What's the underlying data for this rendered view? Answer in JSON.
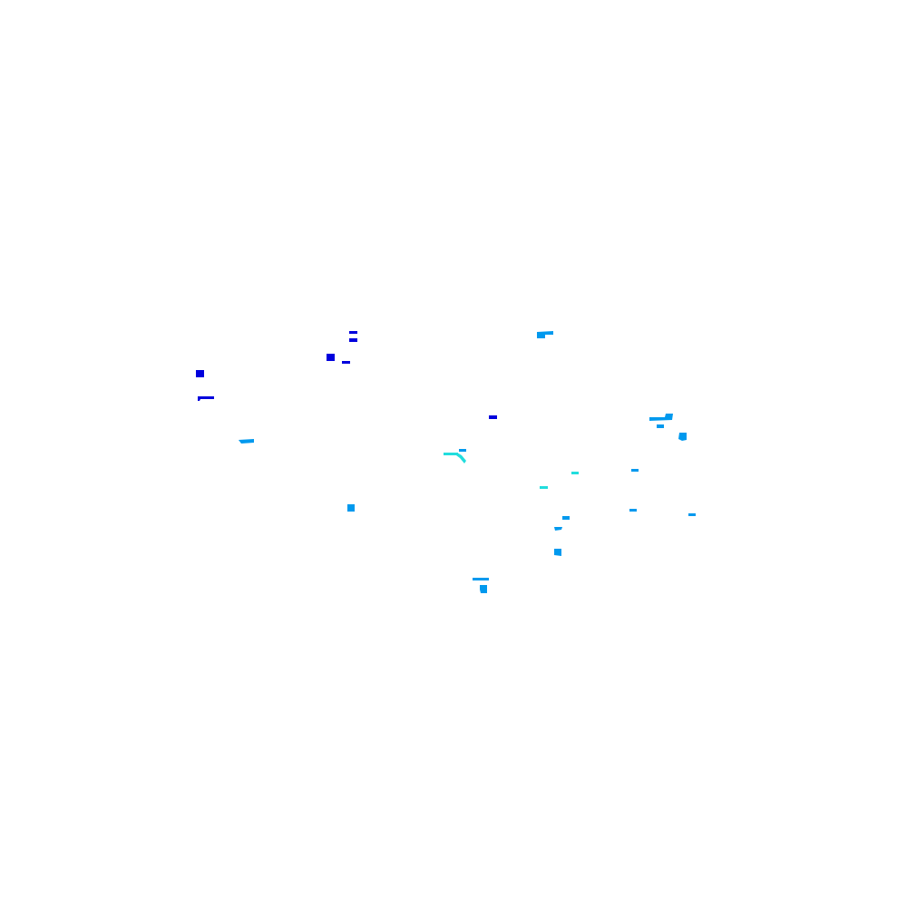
{
  "palette": {
    "background": "#ffffff",
    "dark_blue": "#0000dd",
    "medium_blue": "#0099ee",
    "cyan": "#22dddd"
  },
  "features": [
    {
      "id": "mark-01",
      "color": "dark_blue"
    },
    {
      "id": "mark-02",
      "color": "dark_blue"
    },
    {
      "id": "mark-03",
      "color": "dark_blue"
    },
    {
      "id": "mark-04",
      "color": "dark_blue"
    },
    {
      "id": "mark-05",
      "color": "dark_blue"
    },
    {
      "id": "mark-06",
      "color": "dark_blue"
    },
    {
      "id": "mark-07",
      "color": "dark_blue"
    },
    {
      "id": "mark-08",
      "color": "medium_blue"
    },
    {
      "id": "mark-09",
      "color": "medium_blue"
    },
    {
      "id": "mark-10",
      "color": "medium_blue"
    },
    {
      "id": "mark-11",
      "color": "medium_blue"
    },
    {
      "id": "mark-12",
      "color": "medium_blue"
    },
    {
      "id": "mark-13",
      "color": "medium_blue"
    },
    {
      "id": "mark-14",
      "color": "cyan"
    },
    {
      "id": "mark-15",
      "color": "cyan"
    },
    {
      "id": "mark-16",
      "color": "cyan"
    },
    {
      "id": "mark-17",
      "color": "cyan"
    },
    {
      "id": "mark-18",
      "color": "medium_blue"
    },
    {
      "id": "mark-19",
      "color": "medium_blue"
    },
    {
      "id": "mark-20",
      "color": "medium_blue"
    },
    {
      "id": "mark-21",
      "color": "medium_blue"
    },
    {
      "id": "mark-22",
      "color": "medium_blue"
    },
    {
      "id": "mark-23",
      "color": "medium_blue"
    },
    {
      "id": "mark-24",
      "color": "medium_blue"
    },
    {
      "id": "mark-25",
      "color": "medium_blue"
    },
    {
      "id": "mark-26",
      "color": "medium_blue"
    },
    {
      "id": "mark-27",
      "color": "medium_blue"
    },
    {
      "id": "mark-28",
      "color": "medium_blue"
    },
    {
      "id": "mark-29",
      "color": "medium_blue"
    }
  ]
}
